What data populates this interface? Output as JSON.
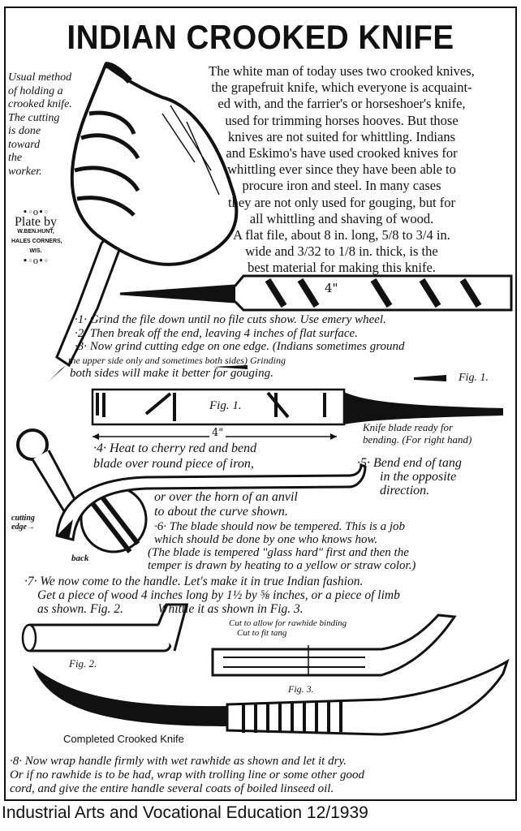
{
  "title": "INDIAN CROOKED KNIFE",
  "caption_left": [
    "Usual method",
    "of holding a",
    "crooked knife.",
    "The cutting",
    "is done",
    "toward",
    "the",
    "worker."
  ],
  "plate_credit": {
    "ornament": "•◦o•◦",
    "line1": "Plate by",
    "line2": "W.BEN.HUNT,",
    "line3": "HALES CORNERS,",
    "line4": "WIS."
  },
  "intro": [
    "The white man of today uses two crooked knives,",
    "the grapefruit knife, which everyone is acquaint-",
    "ed with, and the farrier's or horseshoer's knife,",
    "used for trimming horses hooves. But those",
    "knives are not suited for whittling. Indians",
    "and Eskimo's have used crooked knives for",
    "whittling ever since they have been able to",
    "procure iron and steel. In many cases",
    "they are not only used for gouging, but for",
    "all whittling and shaving of wood.",
    "A flat file, about 8 in. long, 5/8 to 3/4 in.",
    "wide and 3/32 to 1/8 in. thick, is the",
    "best material for making this knife."
  ],
  "file_dimension": "4\"",
  "steps_1_3": [
    "·1· Grind the file down until no file cuts show. Use emery wheel.",
    "·2· Then break off the end, leaving 4 inches of flat surface.",
    "·3· Now grind cutting edge on one edge. (Indians sometimes ground",
    "the upper side only        and sometimes both sides) Grinding",
    "both sides will make it better for gouging."
  ],
  "fig1_small": "Fig. 1.",
  "fig1_label": "Fig. 1.",
  "fig1_dimension": "4\"",
  "blade_ready": [
    "Knife blade ready for",
    "bending. (For right hand)"
  ],
  "step4": [
    "·4· Heat to cherry red and bend",
    "blade over round piece of iron,"
  ],
  "step4_cont": [
    "or over the horn of an anvil",
    "to about the curve shown."
  ],
  "step5": [
    "·5· Bend end of tang",
    "in the opposite",
    "direction."
  ],
  "cutting_edge": [
    "cutting",
    "edge→"
  ],
  "back": "back",
  "step6": [
    "·6· The blade should now be tempered. This is a job",
    "which should be done by one who knows how.",
    "(The blade is tempered \"glass hard\" first and then the",
    "temper is drawn by heating to a yellow or straw color.)"
  ],
  "step7": [
    "·7· We now come to the handle. Let's make it in true Indian fashion.",
    "Get a piece of wood 4 inches long by 1½ by ⅝ inches, or a piece of limb",
    "as shown. Fig. 2.           Whittle it as shown in Fig. 3."
  ],
  "fig2_label": "Fig. 2.",
  "fig3_label": "Fig. 3.",
  "fig3_notes": [
    "Cut to allow for rawhide binding",
    "Cut to fit tang"
  ],
  "completed_label": "Completed Crooked Knife",
  "step8": [
    "·8· Now wrap handle firmly with wet rawhide as shown and let it dry.",
    "Or if no rawhide is to be had, wrap with trolling line or some other good",
    "cord, and give the entire handle several coats of boiled linseed oil."
  ],
  "footer": "Industrial Arts and Vocational Education 12/1939"
}
